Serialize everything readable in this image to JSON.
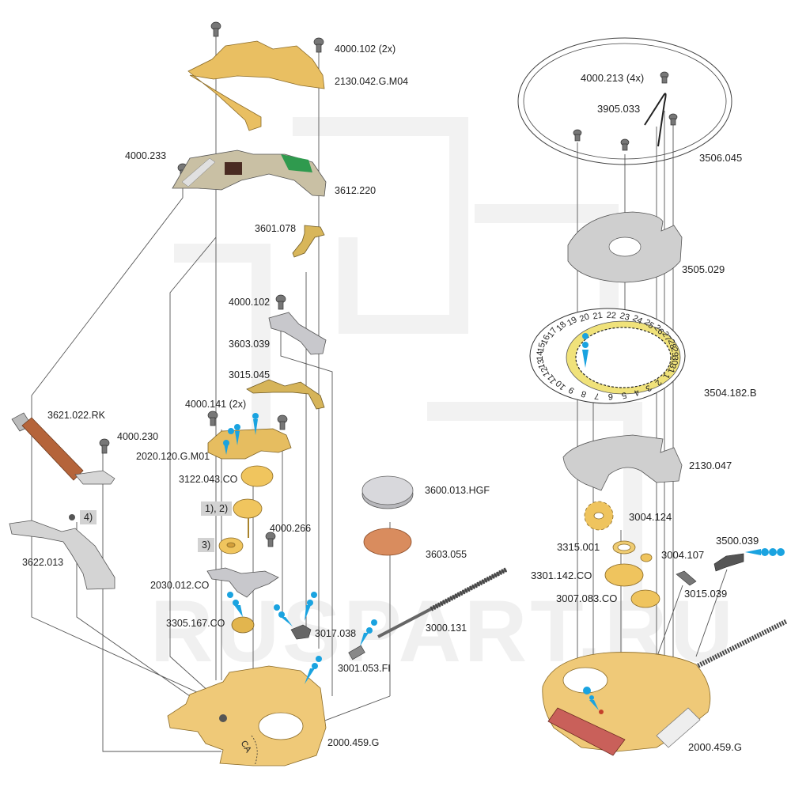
{
  "diagram": {
    "title": "Exploded view of quartz watch movement",
    "watermark": "RUSPART.RU",
    "colors": {
      "brass": "#e8c06a",
      "brass_dark": "#b98a2e",
      "steel": "#c9c9c9",
      "steel_dark": "#6e6e6e",
      "copper": "#c97a4a",
      "coil": "#b5643a",
      "pcb_green": "#2f9a4e",
      "lube_marker": "#1aa3e0",
      "date_ring_yellow": "#f0e27a",
      "leader_line": "#555555",
      "note_box": "#d2d2d2"
    },
    "left_assembly": {
      "labels": [
        {
          "id": "screw-4000-102-2x",
          "text": "4000.102 (2x)"
        },
        {
          "id": "bridge-2130-042",
          "text": "2130.042.G.M04"
        },
        {
          "id": "screw-4000-233",
          "text": "4000.233"
        },
        {
          "id": "circuit-3612-220",
          "text": "3612.220"
        },
        {
          "id": "contact-3601-078",
          "text": "3601.078"
        },
        {
          "id": "screw-4000-102",
          "text": "4000.102"
        },
        {
          "id": "part-3603-039",
          "text": "3603.039"
        },
        {
          "id": "lever-3015-045",
          "text": "3015.045"
        },
        {
          "id": "screw-4000-141-2x",
          "text": "4000.141 (2x)"
        },
        {
          "id": "coil-3621-022",
          "text": "3621.022.RK"
        },
        {
          "id": "screw-4000-230",
          "text": "4000.230"
        },
        {
          "id": "bridge-2020-120",
          "text": "2020.120.G.M01"
        },
        {
          "id": "wheel-3122-043",
          "text": "3122.043.CO"
        },
        {
          "id": "screw-4000-266",
          "text": "4000.266"
        },
        {
          "id": "stator-3622-013",
          "text": "3622.013"
        },
        {
          "id": "bridge-2030-012",
          "text": "2030.012.CO"
        },
        {
          "id": "rotor-3305-167",
          "text": "3305.167.CO"
        },
        {
          "id": "setting-lever-3017-038",
          "text": "3017.038"
        },
        {
          "id": "stem-3000-131",
          "text": "3000.131"
        },
        {
          "id": "pinion-3001-053",
          "text": "3001.053.FI"
        },
        {
          "id": "mainplate-2000-459-left",
          "text": "2000.459.G"
        },
        {
          "id": "battery-3600-013",
          "text": "3600.013.HGF"
        },
        {
          "id": "insulator-3603-055",
          "text": "3603.055"
        }
      ],
      "notes": [
        {
          "id": "note-1-2",
          "text": "1), 2)"
        },
        {
          "id": "note-3",
          "text": "3)"
        },
        {
          "id": "note-4",
          "text": "4)"
        }
      ],
      "plate_marking": "CA"
    },
    "right_assembly": {
      "labels": [
        {
          "id": "screw-4000-213-4x",
          "text": "4000.213 (4x)"
        },
        {
          "id": "spring-3905-033",
          "text": "3905.033"
        },
        {
          "id": "ring-3506-045",
          "text": "3506.045"
        },
        {
          "id": "plate-3505-029",
          "text": "3505.029"
        },
        {
          "id": "date-disc-3504-182",
          "text": "3504.182.B"
        },
        {
          "id": "plate-2130-047",
          "text": "2130.047"
        },
        {
          "id": "wheel-3004-124",
          "text": "3004.124"
        },
        {
          "id": "washer-3315-001",
          "text": "3315.001"
        },
        {
          "id": "part-3500-039",
          "text": "3500.039"
        },
        {
          "id": "wheel-3004-107",
          "text": "3004.107"
        },
        {
          "id": "wheel-3301-142",
          "text": "3301.142.CO"
        },
        {
          "id": "lever-3015-039",
          "text": "3015.039"
        },
        {
          "id": "wheel-3007-083",
          "text": "3007.083.CO"
        },
        {
          "id": "mainplate-2000-459-right",
          "text": "2000.459.G"
        }
      ],
      "date_numbers_top": [
        "20",
        "21",
        "22",
        "23",
        "24",
        "25",
        "26",
        "27",
        "28",
        "29",
        "30",
        "31"
      ],
      "date_numbers_bottom": [
        "1",
        "2",
        "3",
        "4",
        "5",
        "6",
        "7",
        "8",
        "9",
        "10",
        "11",
        "12",
        "13",
        "14",
        "15",
        "16",
        "17",
        "18",
        "19"
      ]
    }
  }
}
